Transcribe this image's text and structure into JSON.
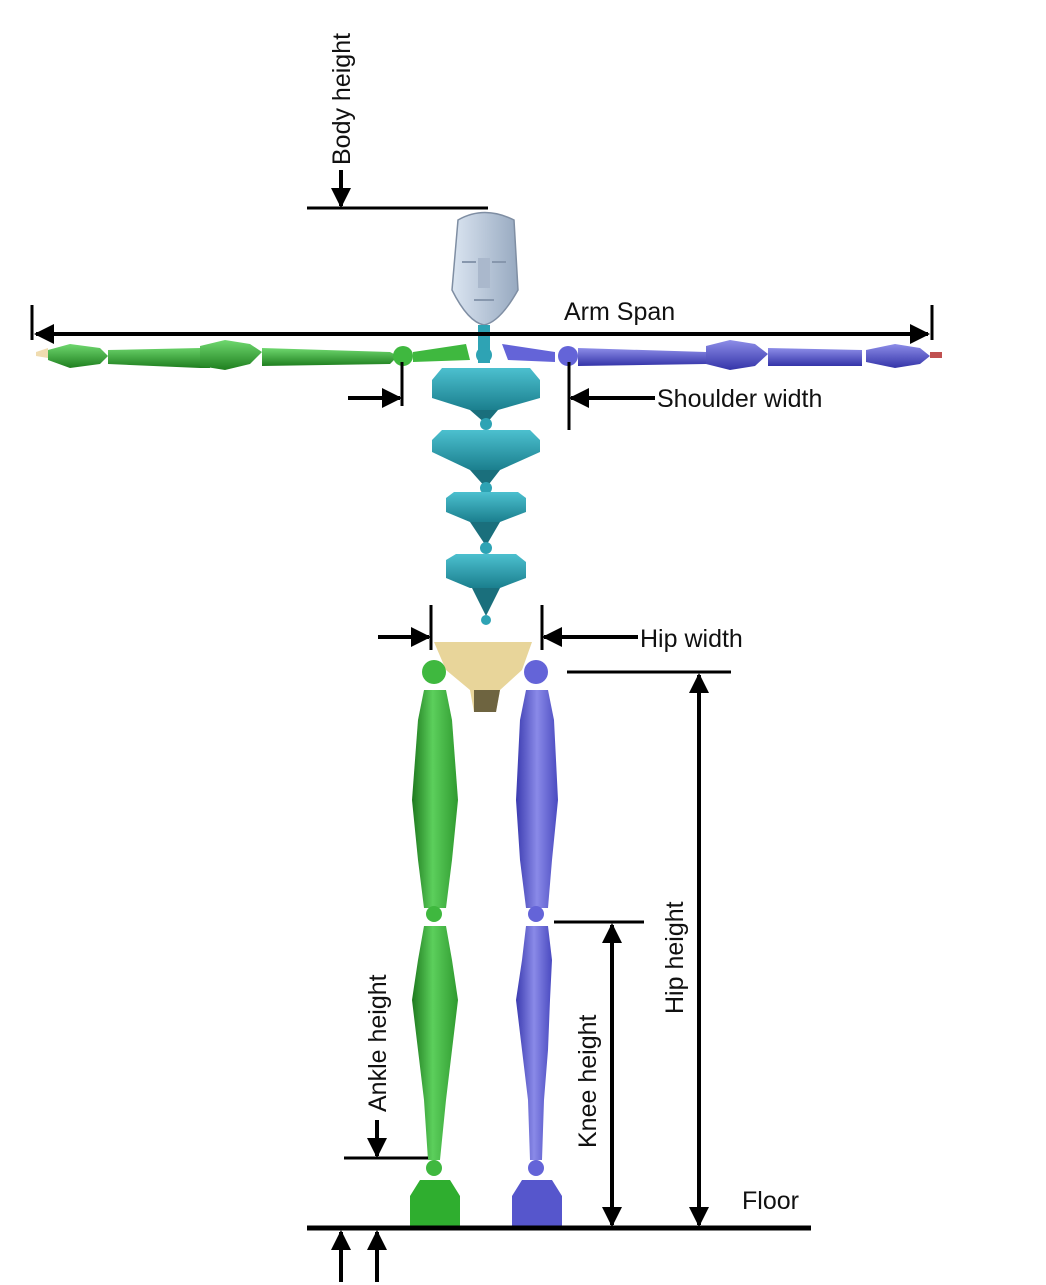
{
  "labels": {
    "body_height": "Body height",
    "arm_span": "Arm Span",
    "shoulder_width": "Shoulder width",
    "hip_width": "Hip width",
    "hip_height": "Hip height",
    "knee_height": "Knee height",
    "ankle_height": "Ankle height",
    "floor": "Floor"
  },
  "colors": {
    "left_limb": "#3fb83f",
    "right_limb": "#6464d8",
    "spine": "#2ea3b4",
    "pelvis": "#e8d59a",
    "head": "#c9d6e6",
    "line": "#000000"
  }
}
